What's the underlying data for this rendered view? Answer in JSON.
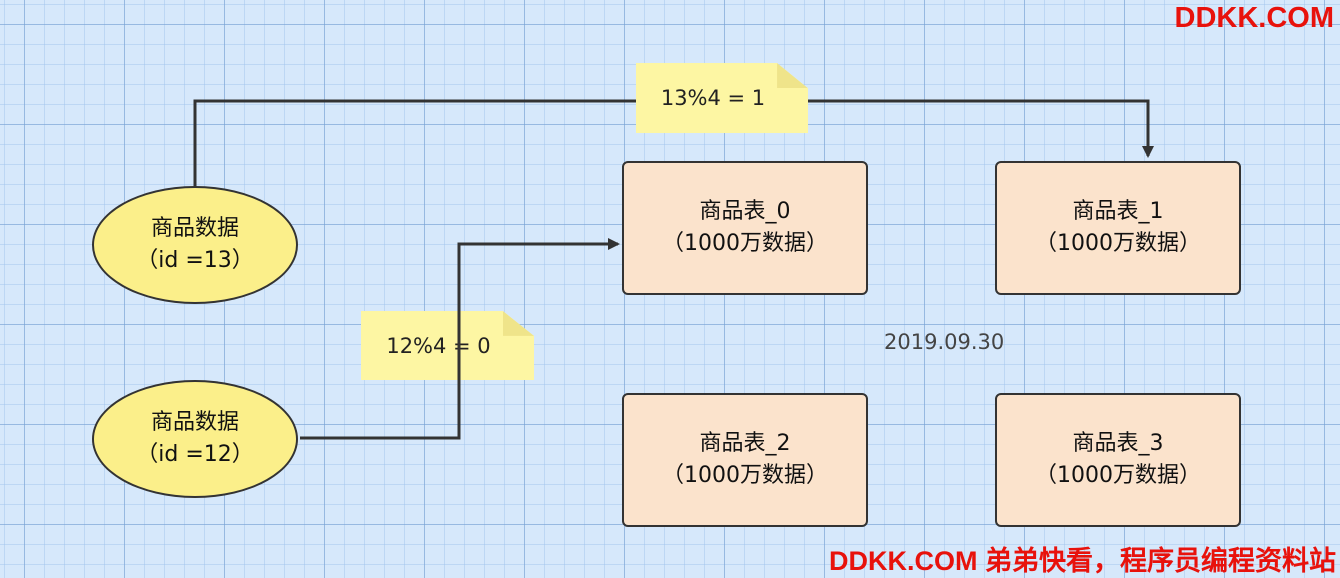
{
  "watermark": {
    "top": "DDKK.COM",
    "bottom": "DDKK.COM 弟弟快看，程序员编程资料站"
  },
  "nodes": {
    "product_13": {
      "line1": "商品数据",
      "line2": "（id =13）"
    },
    "product_12": {
      "line1": "商品数据",
      "line2": "（id =12）"
    }
  },
  "tables": [
    {
      "name": "商品表_0",
      "desc": "（1000万数据）"
    },
    {
      "name": "商品表_1",
      "desc": "（1000万数据）"
    },
    {
      "name": "商品表_2",
      "desc": "（1000万数据）"
    },
    {
      "name": "商品表_3",
      "desc": "（1000万数据）"
    }
  ],
  "notes": {
    "mod_13": "13%4 = 1",
    "mod_12": "12%4 = 0"
  },
  "date": "2019.09.30",
  "colors": {
    "ellipse_fill": "#fbef8a",
    "table_fill": "#fbe3cc",
    "note_fill": "#fdf6a3",
    "watermark": "#e8120c",
    "background": "#d6e8fb"
  }
}
